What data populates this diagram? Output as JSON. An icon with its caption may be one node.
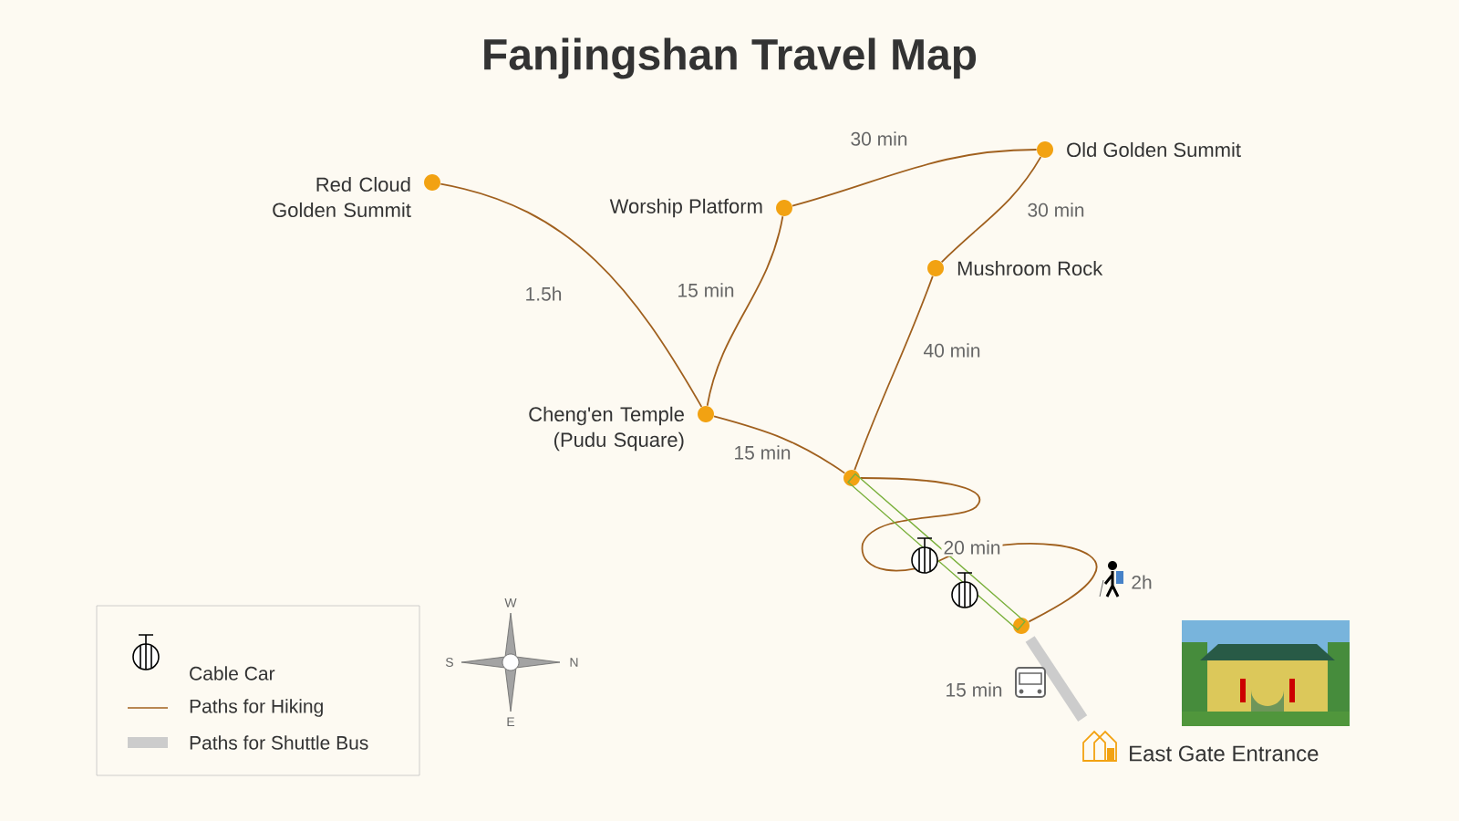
{
  "diagram": {
    "title": "Fanjingshan Travel Map",
    "nodes": [
      {
        "text": [
          "Red Cloud Golden Summit"
        ]
      },
      {
        "text": [
          "Worship Platform"
        ]
      },
      {
        "text": [
          "Old Golden Summit"
        ]
      },
      {
        "text": [
          "Mushroom Rock"
        ]
      },
      {
        "text": [
          "Cheng'en Temple (Pudu Square)"
        ]
      },
      {
        "text": [],
        "shape": "circle"
      },
      {
        "text": [],
        "shape": "circle"
      },
      {
        "text": [
          "East Gate Entrance"
        ]
      }
    ],
    "edges": [
      {
        "from": 0,
        "to": 4,
        "arrow": "none",
        "label": "1.5h"
      },
      {
        "from": 4,
        "to": 1,
        "arrow": "none",
        "label": "15 min"
      },
      {
        "from": 1,
        "to": 2,
        "arrow": "none",
        "label": "30 min"
      },
      {
        "from": 2,
        "to": 3,
        "arrow": "none",
        "label": "30 min"
      },
      {
        "from": 3,
        "to": 5,
        "arrow": "none",
        "label": "40 min"
      },
      {
        "from": 4,
        "to": 5,
        "arrow": "none",
        "label": "15 min"
      },
      {
        "from": 5,
        "to": 6,
        "arrow": "none",
        "label": "2h"
      },
      {
        "from": 5,
        "to": 6,
        "arrow": "none",
        "label": "20 min",
        "color": "#7ab03c"
      },
      {
        "from": 6,
        "to": 7,
        "arrow": "none",
        "label": "15 min",
        "style": "thick",
        "color": "#cccccc"
      }
    ],
    "labels": [
      "W",
      "S",
      "N",
      "E"
    ],
    "legend": [
      {
        "text": "Cable Car"
      },
      {
        "text": "Paths for Hiking"
      },
      {
        "text": "Paths for Shuttle Bus",
        "color": "#cccccc"
      }
    ]
  }
}
